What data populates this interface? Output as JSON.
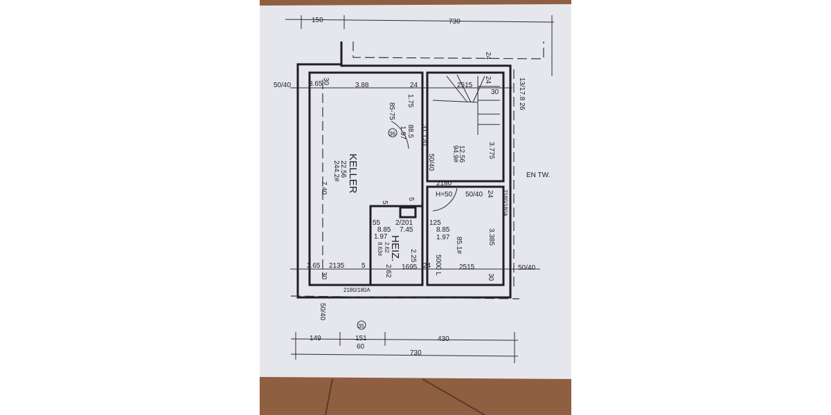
{
  "colors": {
    "paper": "#e6e7ec",
    "ink": "#1e1e24",
    "floor": "#8f5f42"
  },
  "plan": {
    "room_keller": {
      "name": "KELLER",
      "area": "22.56",
      "code": "244.2#"
    },
    "room_heiz": {
      "name": "HEIZ.",
      "area": "2.62",
      "code": "8.63#"
    },
    "room_stair": {
      "area": "12.56",
      "code": "94.9#"
    },
    "room_lower_right": {
      "code": "85.1#",
      "tank": "5000 L"
    },
    "top_dims": [
      "150",
      "730"
    ],
    "bottom_dims": [
      "149",
      "151",
      "60",
      "430",
      "730"
    ],
    "labels": [
      "24",
      "50/40",
      "3.65",
      "30",
      "3.88",
      "24",
      "2515",
      "24",
      "30",
      "13/17.8 26",
      "1.75",
      "85-75",
      "36",
      "88.5",
      "1.97",
      "31 120",
      "3.775",
      "50/40",
      "7.40",
      "EN TW.",
      "2180",
      "H=50",
      "50/40",
      "24",
      "2180/180A",
      "5",
      "5",
      "55",
      "125",
      "2/201",
      "8.85",
      "7.45",
      "8.85",
      "1.97",
      "1.97",
      "2.25",
      "3.385",
      "3.65",
      "2135",
      "5",
      "2.62",
      "1695",
      "24",
      "2515",
      "50/40",
      "30",
      "30",
      "2180/180A",
      "50/40",
      "35"
    ]
  }
}
